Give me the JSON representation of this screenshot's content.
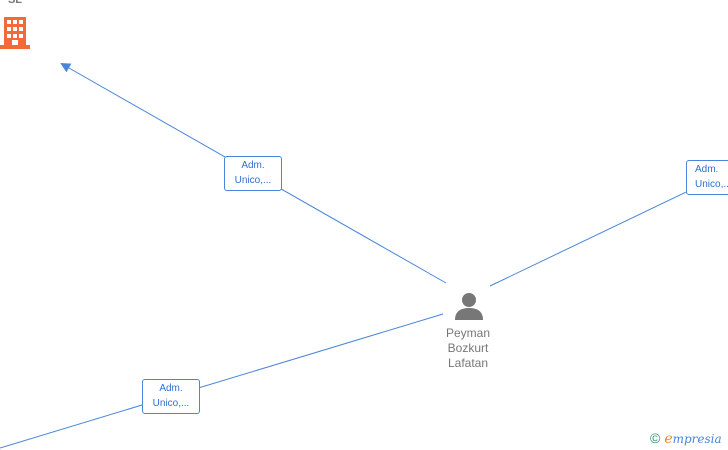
{
  "company": {
    "name": "SL",
    "icon": "building-icon",
    "color": "#f26a3a"
  },
  "person": {
    "name_lines": [
      "Peyman",
      "Bozkurt",
      "Lafatan"
    ],
    "icon": "person-icon",
    "color": "#777777"
  },
  "edges": [
    {
      "label_lines": [
        "Adm.",
        "Unico,..."
      ]
    },
    {
      "label_lines": [
        "Adm.",
        "Unico,..."
      ]
    },
    {
      "label_lines": [
        "Adm.",
        "Unico,..."
      ]
    }
  ],
  "edge_color": "#4a86d8",
  "brand": {
    "copyright": "©",
    "e": "e",
    "rest": "mpresia"
  }
}
